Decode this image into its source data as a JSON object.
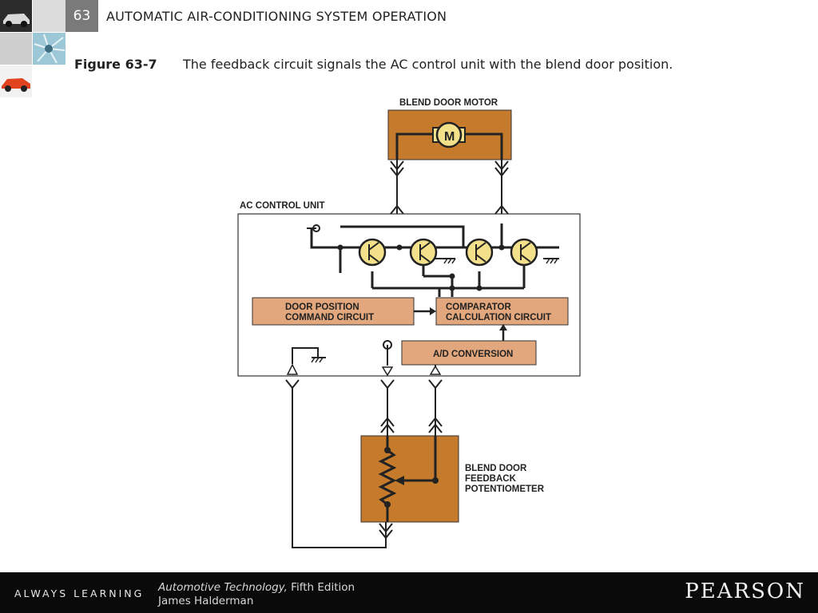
{
  "header": {
    "chapter_number": "63",
    "chapter_title": "AUTOMATIC AIR-CONDITIONING SYSTEM OPERATION"
  },
  "caption": {
    "label": "Figure 63-7",
    "text": "The feedback circuit signals the AC control unit with the blend door position."
  },
  "diagram": {
    "motor_title": "BLEND DOOR MOTOR",
    "motor_symbol": "M",
    "control_unit_title": "AC CONTROL UNIT",
    "door_position_line1": "DOOR POSITION",
    "door_position_line2": "COMMAND CIRCUIT",
    "comparator_line1": "COMPARATOR",
    "comparator_line2": "CALCULATION CIRCUIT",
    "ad_conversion": "A/D CONVERSION",
    "pot_line1": "BLEND DOOR",
    "pot_line2": "FEEDBACK",
    "pot_line3": "POTENTIOMETER",
    "colors": {
      "component_fill": "#c67a2c",
      "block_fill": "#e2a77c",
      "transistor_fill": "#f3e08a"
    }
  },
  "footer": {
    "tagline": "ALWAYS LEARNING",
    "book_title": "Automotive Technology,",
    "edition": "Fifth Edition",
    "author": "James Halderman",
    "brand": "PEARSON"
  }
}
